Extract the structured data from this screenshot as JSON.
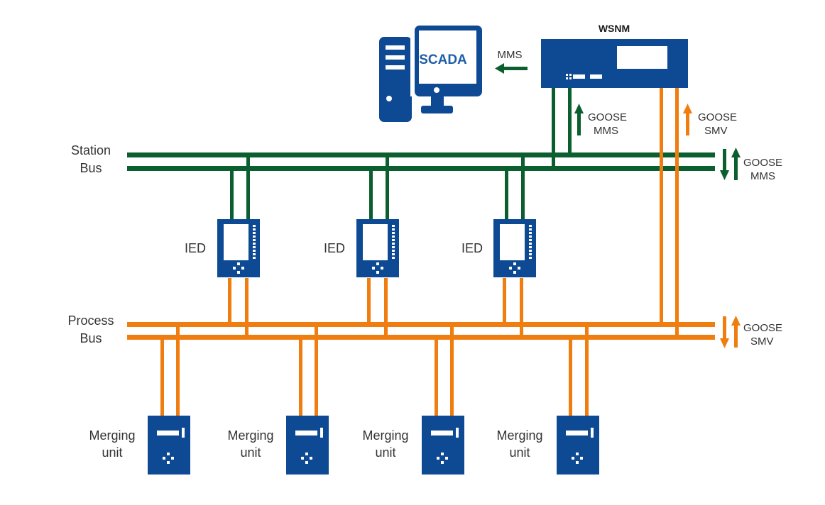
{
  "colors": {
    "device_blue": "#0d4a93",
    "station_green": "#0b5f2e",
    "process_orange": "#ef7d0f",
    "scada_text_blue": "#1f5fa8"
  },
  "wsnm": {
    "title": "WSNM"
  },
  "scada": {
    "label": "SCADA"
  },
  "flows": {
    "wsnm_to_scada": "MMS",
    "wsnm_station_line1": "GOOSE",
    "wsnm_station_line2": "MMS",
    "wsnm_process_line1": "GOOSE",
    "wsnm_process_line2": "SMV",
    "station_bus_line1": "GOOSE",
    "station_bus_line2": "MMS",
    "process_bus_line1": "GOOSE",
    "process_bus_line2": "SMV"
  },
  "buses": {
    "station": {
      "line1": "Station",
      "line2": "Bus"
    },
    "process": {
      "line1": "Process",
      "line2": "Bus"
    }
  },
  "ieds": [
    {
      "label": "IED"
    },
    {
      "label": "IED"
    },
    {
      "label": "IED"
    }
  ],
  "merging_units": [
    {
      "line1": "Merging",
      "line2": "unit"
    },
    {
      "line1": "Merging",
      "line2": "unit"
    },
    {
      "line1": "Merging",
      "line2": "unit"
    },
    {
      "line1": "Merging",
      "line2": "unit"
    }
  ]
}
